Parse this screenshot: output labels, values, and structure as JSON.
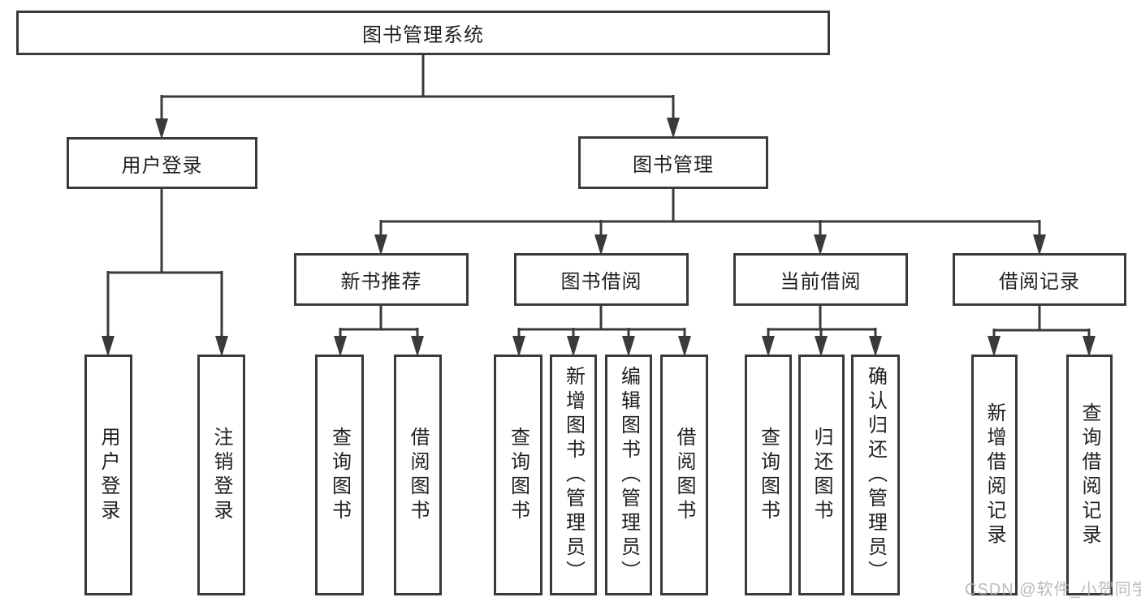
{
  "diagram": {
    "title": "图书管理系统",
    "branches": {
      "user_login": {
        "label": "用户登录",
        "children": {
          "login": "用户登录",
          "logout": "注销登录"
        }
      },
      "book_management": {
        "label": "图书管理",
        "sections": {
          "new_book": {
            "label": "新书推荐",
            "children": {
              "query": "查询图书",
              "borrow": "借阅图书"
            }
          },
          "book_borrow": {
            "label": "图书借阅",
            "children": {
              "query": "查询图书",
              "add": "新增图书（管理员）",
              "edit": "编辑图书（管理员）",
              "borrow": "借阅图书"
            }
          },
          "current_borrow": {
            "label": "当前借阅",
            "children": {
              "query": "查询图书",
              "return": "归还图书",
              "confirm": "确认归还（管理员）"
            }
          },
          "borrow_record": {
            "label": "借阅记录",
            "children": {
              "add": "新增借阅记录",
              "query": "查询借阅记录"
            }
          }
        }
      }
    }
  },
  "watermark": "CSDN @软件_小贺同学",
  "colors": {
    "line": "#3a3a3a",
    "text": "#1f1f1f",
    "watermark": "#b2b2b2",
    "background": "#ffffff"
  }
}
